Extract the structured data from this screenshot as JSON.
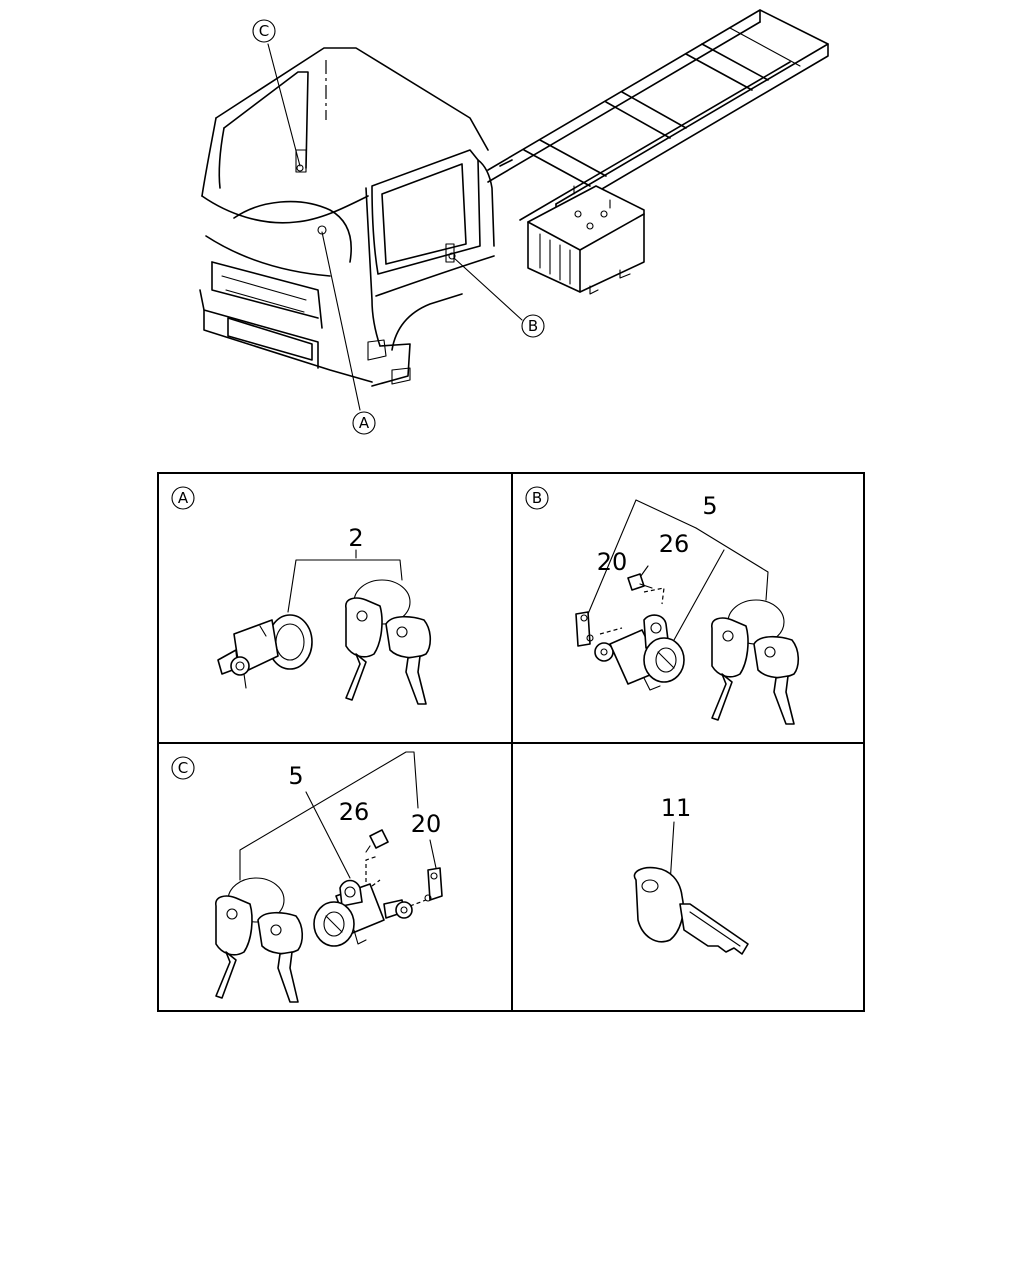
{
  "overview": {
    "callouts": {
      "a": "A",
      "b": "B",
      "c": "C"
    }
  },
  "panels": {
    "a": {
      "tag": "A",
      "parts": [
        "2"
      ]
    },
    "b": {
      "tag": "B",
      "parts": [
        "5",
        "20",
        "26"
      ]
    },
    "c": {
      "tag": "C",
      "parts": [
        "5",
        "26",
        "20"
      ]
    },
    "d": {
      "parts": [
        "11"
      ]
    }
  }
}
